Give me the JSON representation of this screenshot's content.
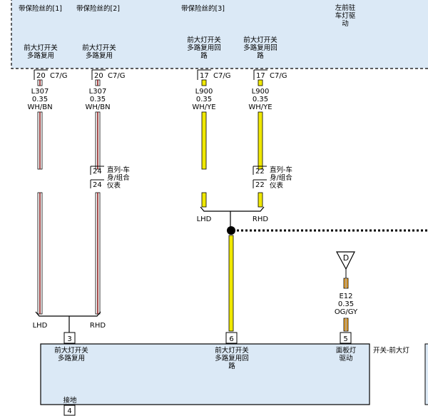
{
  "module_top": {
    "fuse_labels": [
      "带保险丝的[1]",
      "带保险丝的[2]",
      "带保险丝的[3]"
    ],
    "left_front_marker": [
      "左前驻",
      "车灯驱",
      "动"
    ],
    "pin_labels": [
      [
        "前大灯开关",
        "多路复用"
      ],
      [
        "前大灯开关",
        "多路复用"
      ],
      [
        "前大灯开关",
        "多路复用回",
        "路"
      ],
      [
        "前大灯开关",
        "多路复用回",
        "路"
      ]
    ]
  },
  "connectors_top": [
    {
      "pin": "20",
      "conn": "C7/G"
    },
    {
      "pin": "20",
      "conn": "C7/G"
    },
    {
      "pin": "17",
      "conn": "C7/G"
    },
    {
      "pin": "17",
      "conn": "C7/G"
    }
  ],
  "wires": [
    {
      "circuit": "L307",
      "gauge": "0.35",
      "color": "WH/BN"
    },
    {
      "circuit": "L307",
      "gauge": "0.35",
      "color": "WH/BN"
    },
    {
      "circuit": "L900",
      "gauge": "0.35",
      "color": "WH/YE"
    },
    {
      "circuit": "L900",
      "gauge": "0.35",
      "color": "WH/YE"
    },
    {
      "circuit": "E12",
      "gauge": "0.35",
      "color": "OG/GY"
    }
  ],
  "inline_connectors": [
    {
      "pin_top": "24",
      "pin_bottom": "24",
      "label": [
        "直列-车",
        "身/组合",
        "仪表"
      ]
    },
    {
      "pin_top": "22",
      "pin_bottom": "22",
      "label": [
        "直列-车",
        "身/组合",
        "仪表"
      ]
    }
  ],
  "splits": {
    "upper": {
      "left": "LHD",
      "right": "RHD"
    },
    "lower": {
      "left": "LHD",
      "right": "RHD"
    }
  },
  "ground_ref": "D",
  "module_bottom": {
    "name": "开关-前大灯",
    "pins": [
      {
        "pin": "3",
        "label": [
          "前大灯开关",
          "多路复用"
        ]
      },
      {
        "pin": "6",
        "label": [
          "前大灯开关",
          "多路复用回",
          "路"
        ]
      },
      {
        "pin": "5",
        "label": [
          "面板灯",
          "驱动"
        ]
      }
    ],
    "ground": {
      "pin": "4",
      "label": "接地"
    }
  },
  "colors": {
    "module_fill": "#dbe9f6",
    "white": "#ffffff",
    "brown": "#8b1a1a",
    "yellow": "#f0e800",
    "orange": "#f5a623",
    "gray": "#9a9a9a",
    "ink": "#000000"
  }
}
